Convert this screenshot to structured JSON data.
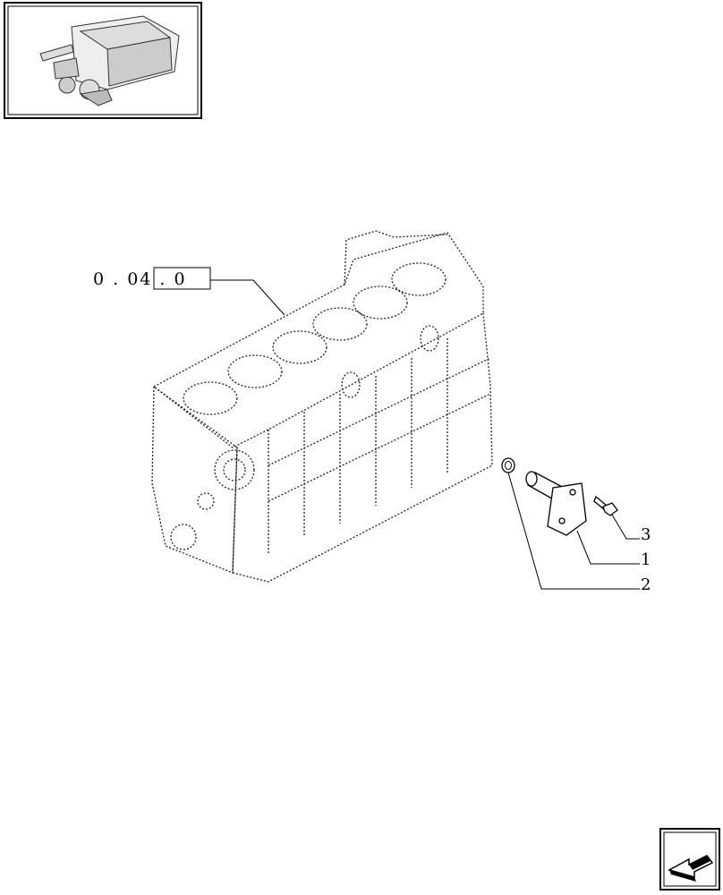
{
  "reference": {
    "code": "0 . 04 . 0"
  },
  "callouts": [
    {
      "number": "3",
      "part": "bolt"
    },
    {
      "number": "1",
      "part": "pipe-flange"
    },
    {
      "number": "2",
      "part": "o-ring"
    }
  ],
  "thumbnail": {
    "subject": "engine-assembly"
  },
  "navigation": {
    "icon": "arrow-back-icon"
  },
  "colors": {
    "line": "#000000",
    "background": "#ffffff",
    "dotted": "#222222"
  }
}
